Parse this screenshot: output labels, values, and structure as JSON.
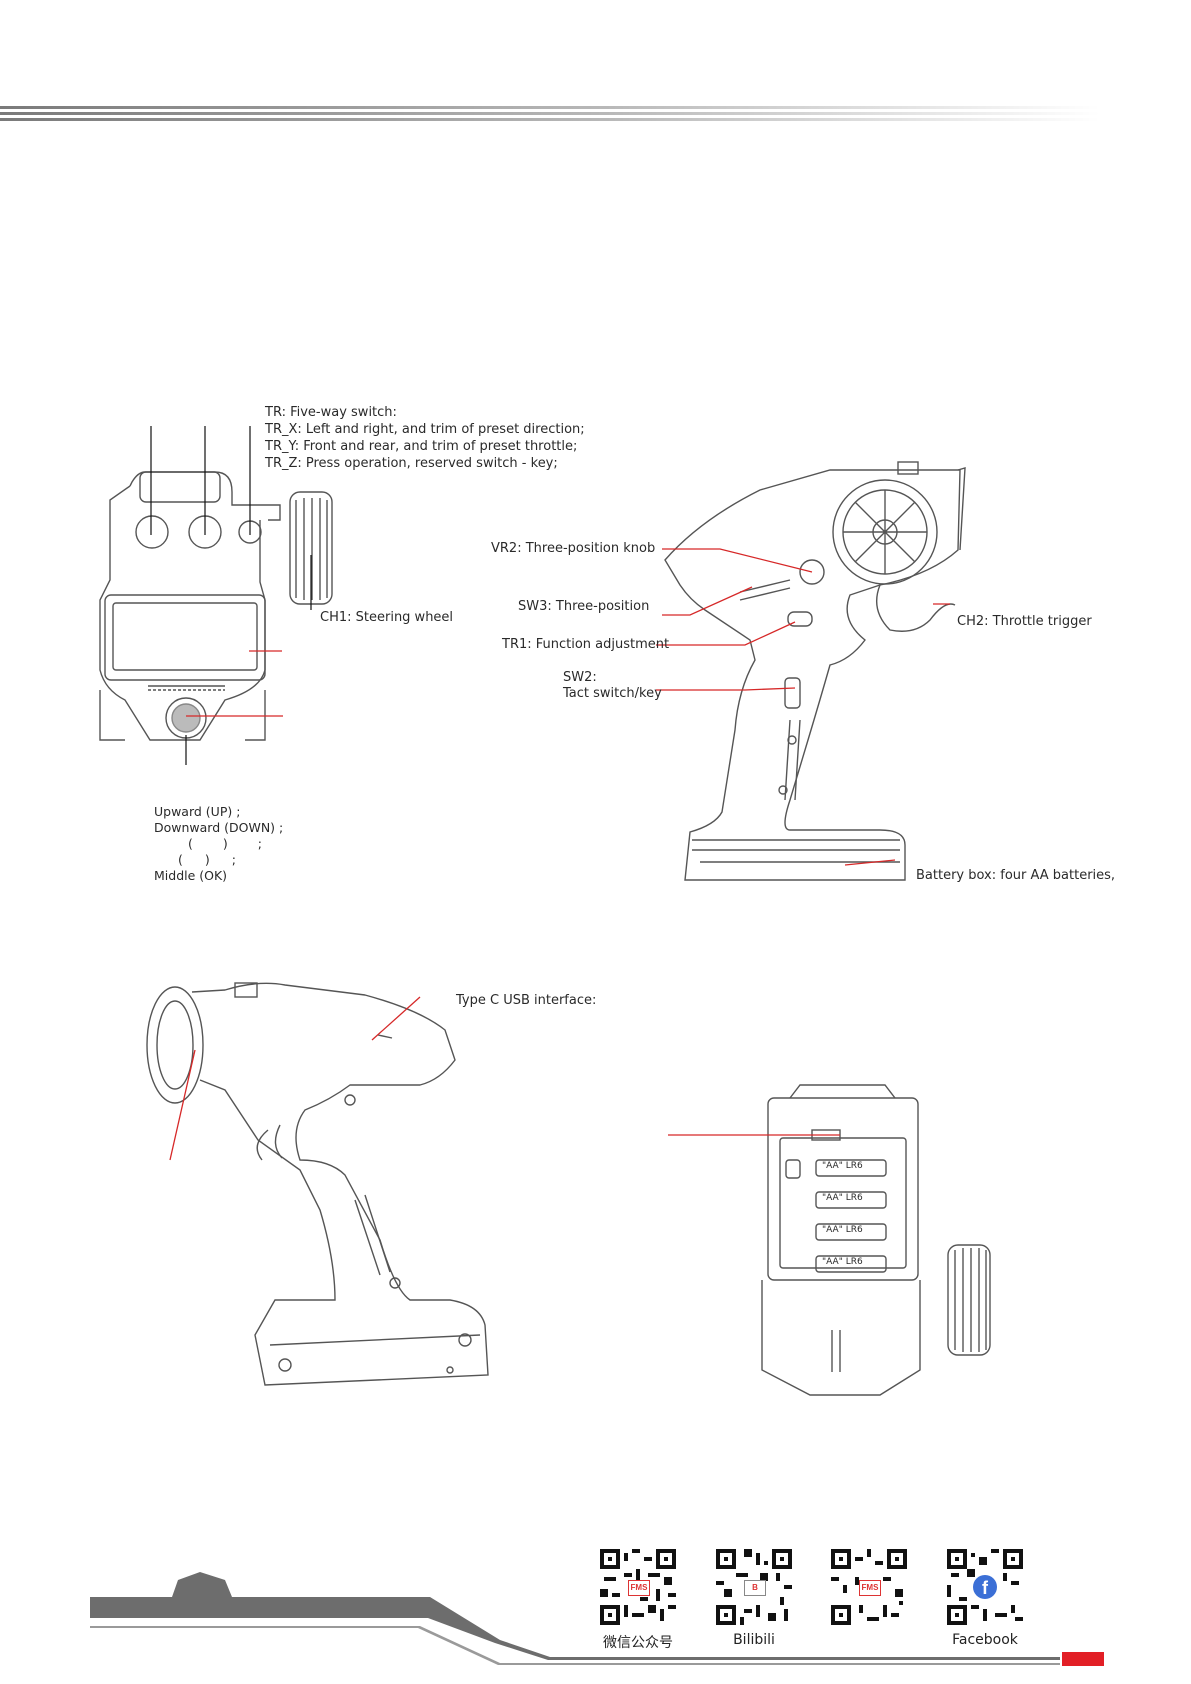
{
  "header": {
    "bar_colors": [
      "#8a8a8a",
      "#d8d8d8"
    ]
  },
  "front_view": {
    "tr_title": "TR: Five-way switch:",
    "tr_x": "TR_X: Left and right, and trim of preset direction;",
    "tr_y": "TR_Y: Front and rear, and trim of preset throttle;",
    "tr_z": "TR_Z: Press operation, reserved switch - key;",
    "ch1": "CH1: Steering wheel",
    "five_way": {
      "up": "Upward (UP) ;",
      "down": "Downward (DOWN) ;",
      "left": "( ) ;",
      "right": "( ) ;",
      "middle": "Middle (OK)"
    }
  },
  "side_view": {
    "vr2": "VR2: Three-position knob",
    "sw3": "SW3: Three-position",
    "tr1": "TR1: Function adjustment",
    "sw2_a": "SW2:",
    "sw2_b": "Tact switch/key",
    "ch2": "CH2: Throttle trigger",
    "battery_box": "Battery box: four AA batteries,"
  },
  "rear_view": {
    "usb": "Type C USB interface:"
  },
  "battery_view": {
    "cells": [
      "\"AA\" LR6",
      "\"AA\" LR6",
      "\"AA\" LR6",
      "\"AA\" LR6"
    ]
  },
  "footer": {
    "qr_codes": [
      {
        "caption": "微信公众号",
        "icon": "wechat-logo"
      },
      {
        "caption": "Bilibili",
        "icon": "bilibili-logo"
      },
      {
        "caption": "",
        "icon": "brand-logo"
      },
      {
        "caption": "Facebook",
        "icon": "facebook-icon"
      }
    ],
    "accent_color": "#e21f26",
    "stripe_color": "#6d6d6d"
  }
}
